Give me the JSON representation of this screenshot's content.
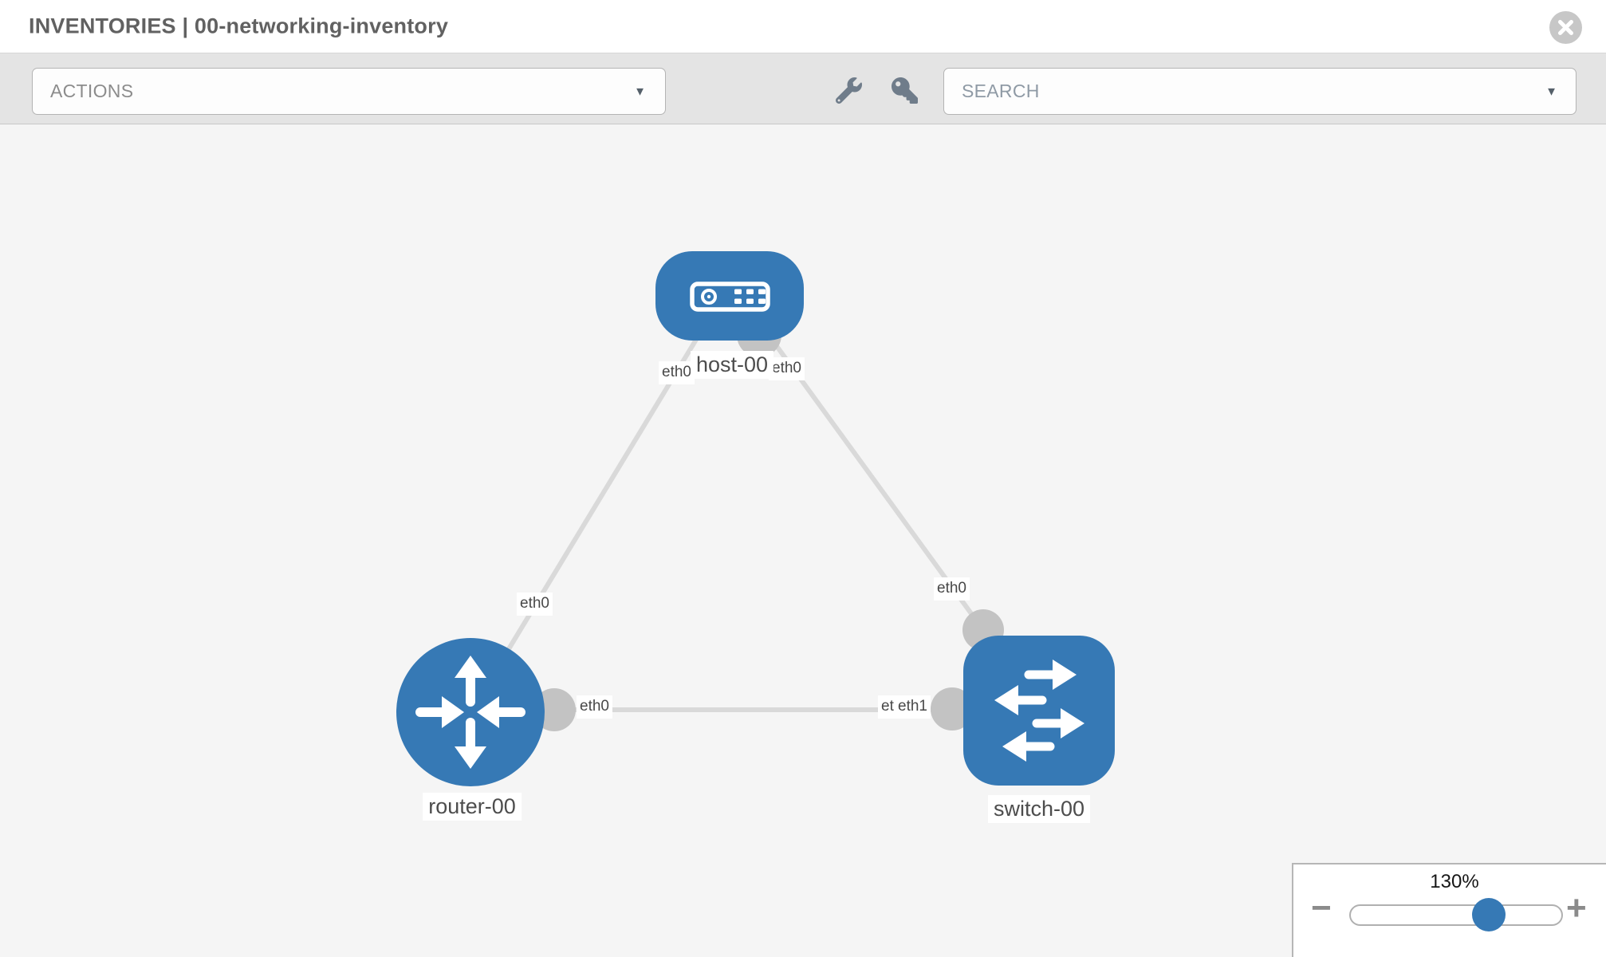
{
  "window": {
    "title": "INVENTORIES | 00-networking-inventory"
  },
  "toolbar": {
    "actions_label": "ACTIONS",
    "search_placeholder": "SEARCH",
    "caret_glyph": "▼"
  },
  "topology": {
    "nodes": [
      {
        "label": "host-00",
        "type": "host"
      },
      {
        "label": "router-00",
        "type": "router"
      },
      {
        "label": "switch-00",
        "type": "switch"
      }
    ],
    "interface_labels": {
      "host_to_router": "eth0",
      "host_to_switch": "eth0",
      "router_to_host": "eth0",
      "switch_to_host": "eth0",
      "router_to_switch": "eth0",
      "switch_to_router_under": "eth0",
      "switch_to_router": "eth1"
    },
    "links": [
      {
        "from": "host-00",
        "to": "router-00",
        "from_if": "eth0",
        "to_if": "eth0"
      },
      {
        "from": "host-00",
        "to": "switch-00",
        "from_if": "eth0",
        "to_if": "eth0"
      },
      {
        "from": "router-00",
        "to": "switch-00",
        "from_if": "eth0",
        "to_if": "eth1"
      }
    ],
    "colors": {
      "node_fill": "#3679b5",
      "edge": "#d9d9d9",
      "endpoint": "#c3c3c3"
    }
  },
  "zoom_control": {
    "level": "130%",
    "minus_glyph": "−",
    "plus_glyph": "+"
  }
}
